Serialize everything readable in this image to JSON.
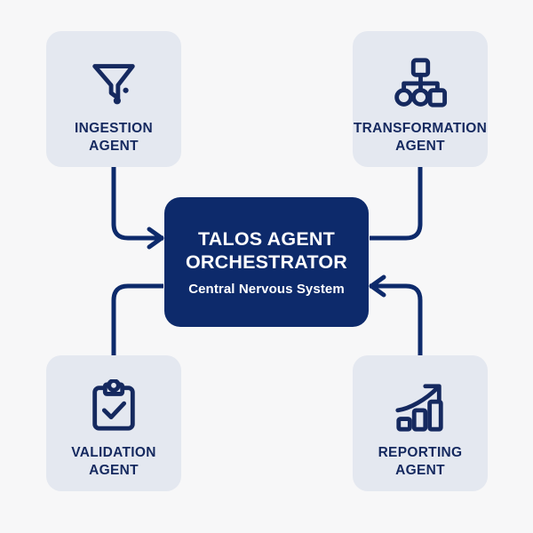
{
  "diagram": {
    "title": "TALOS Agent Orchestrator architecture",
    "background_color": "#f7f7f8",
    "accent_color": "#0d2a6b",
    "card_color": "#e4e8f0",
    "label_color": "#15295f"
  },
  "center": {
    "title": "TALOS AGENT\nORCHESTRATOR",
    "subtitle": "Central Nervous System"
  },
  "agents": [
    {
      "id": "ingestion",
      "label": "INGESTION\nAGENT",
      "icon": "funnel-icon",
      "position": "top-left"
    },
    {
      "id": "transformation",
      "label": "TRANSFORMATION\nAGENT",
      "icon": "hierarchy-icon",
      "position": "top-right"
    },
    {
      "id": "validation",
      "label": "VALIDATION\nAGENT",
      "icon": "clipboard-check-icon",
      "position": "bottom-left"
    },
    {
      "id": "reporting",
      "label": "REPORTING\nAGENT",
      "icon": "bar-chart-arrow-icon",
      "position": "bottom-right"
    }
  ],
  "connectors": [
    {
      "id": "ingestion-to-center",
      "from": "ingestion",
      "to": "center",
      "arrow": "end"
    },
    {
      "id": "transformation-to-center",
      "from": "transformation",
      "to": "center",
      "arrow": "none"
    },
    {
      "id": "center-to-validation",
      "from": "center",
      "to": "validation",
      "arrow": "none"
    },
    {
      "id": "reporting-to-center",
      "from": "reporting",
      "to": "center",
      "arrow": "end"
    }
  ]
}
